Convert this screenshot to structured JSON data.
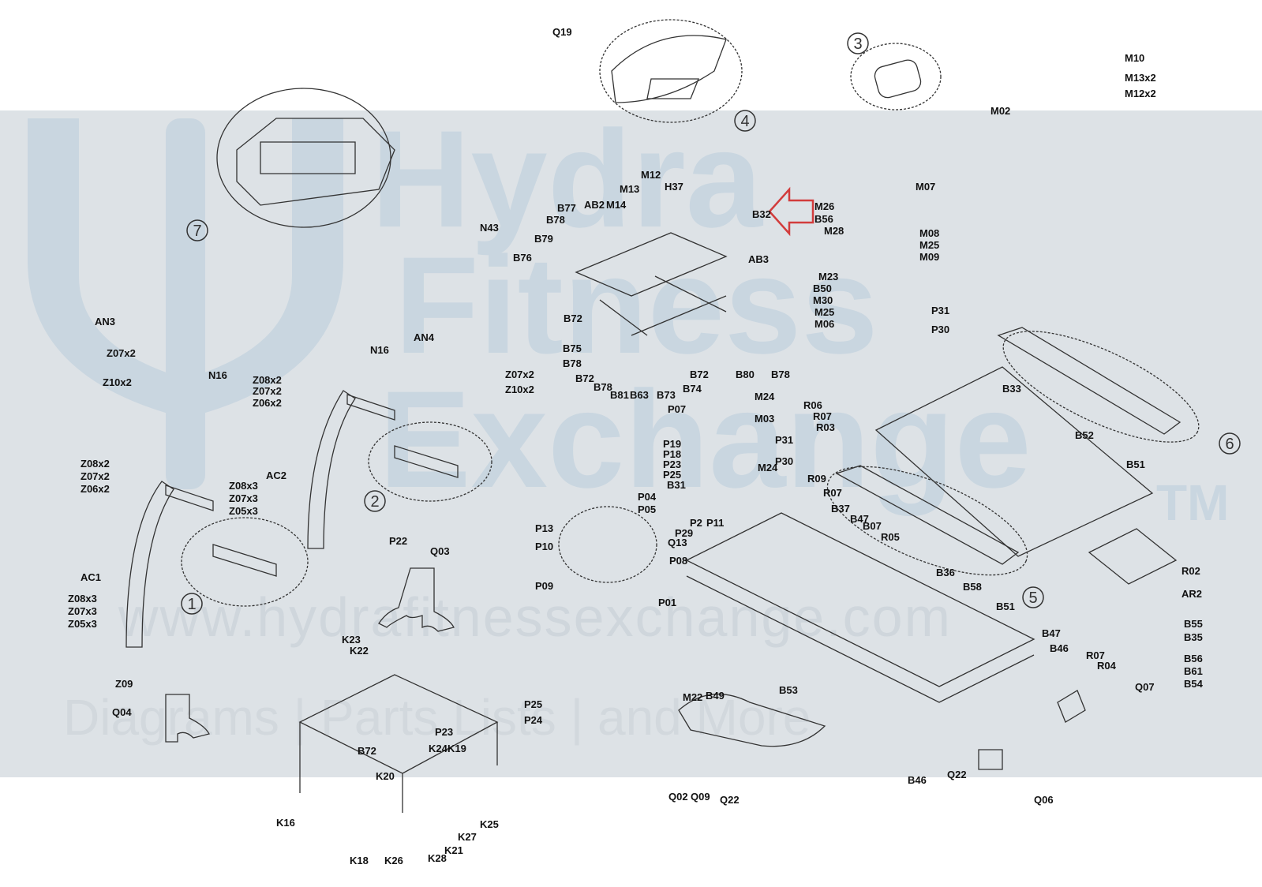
{
  "watermark": {
    "brand_line1": "Hydra",
    "brand_line2": "Fitness",
    "brand_line3": "Exchange",
    "trademark": "TM",
    "url": "www.hydrafitnessexchange.com",
    "tagline": "Diagrams | Parts Lists | and More"
  },
  "colors": {
    "band": "#dde2e6",
    "watermark_text": "#c9d6e0",
    "line_art": "#333333",
    "arrow": "#d23c3c"
  },
  "callouts": [
    {
      "id": "1"
    },
    {
      "id": "2"
    },
    {
      "id": "3"
    },
    {
      "id": "4"
    },
    {
      "id": "5"
    },
    {
      "id": "6"
    },
    {
      "id": "7"
    }
  ],
  "labels": [
    "Q19",
    "M10",
    "M13x2",
    "M12x2",
    "M02",
    "M12",
    "M13",
    "H37",
    "AB2",
    "M14",
    "B77",
    "B78",
    "B79",
    "B76",
    "B32",
    "M26",
    "B56",
    "M28",
    "M07",
    "M08",
    "M25",
    "M09",
    "M23",
    "B50",
    "M30",
    "M25",
    "M06",
    "AB3",
    "N43",
    "AN3",
    "AN4",
    "Z07x2",
    "Z10x2",
    "N16",
    "N16",
    "Z08x2",
    "Z07x2",
    "Z06x2",
    "Z07x2",
    "Z10x2",
    "B72",
    "B75",
    "B78",
    "B72",
    "B78",
    "B81",
    "B63",
    "B73",
    "B74",
    "B72",
    "B80",
    "B78",
    "P31",
    "P30",
    "B33",
    "R06",
    "R07",
    "R03",
    "M24",
    "M03",
    "P07",
    "P19",
    "P18",
    "P23",
    "P25",
    "B31",
    "P31",
    "P30",
    "M24",
    "B52",
    "B51",
    "Z08x2",
    "Z07x2",
    "Z06x2",
    "Z08x3",
    "Z07x3",
    "Z05x3",
    "AC2",
    "R09",
    "R07",
    "B37",
    "B47",
    "B07",
    "R05",
    "P04",
    "P05",
    "P13",
    "P10",
    "P22",
    "Q03",
    "P29",
    "P2",
    "P11",
    "Q13",
    "P08",
    "P09",
    "P01",
    "R02",
    "AR2",
    "AC1",
    "Z08x3",
    "Z07x3",
    "Z05x3",
    "B36",
    "B58",
    "B51",
    "B55",
    "B35",
    "K23",
    "K22",
    "B47",
    "B46",
    "R07",
    "R04",
    "B56",
    "B61",
    "B54",
    "Z09",
    "Q04",
    "P25",
    "P24",
    "M22",
    "B49",
    "B53",
    "Q07",
    "P23",
    "K24",
    "K19",
    "B72",
    "K20",
    "K25",
    "K27",
    "K21",
    "K16",
    "K18",
    "K26",
    "K28",
    "Q02",
    "Q09",
    "Q22",
    "B46",
    "Q22",
    "Q06"
  ]
}
